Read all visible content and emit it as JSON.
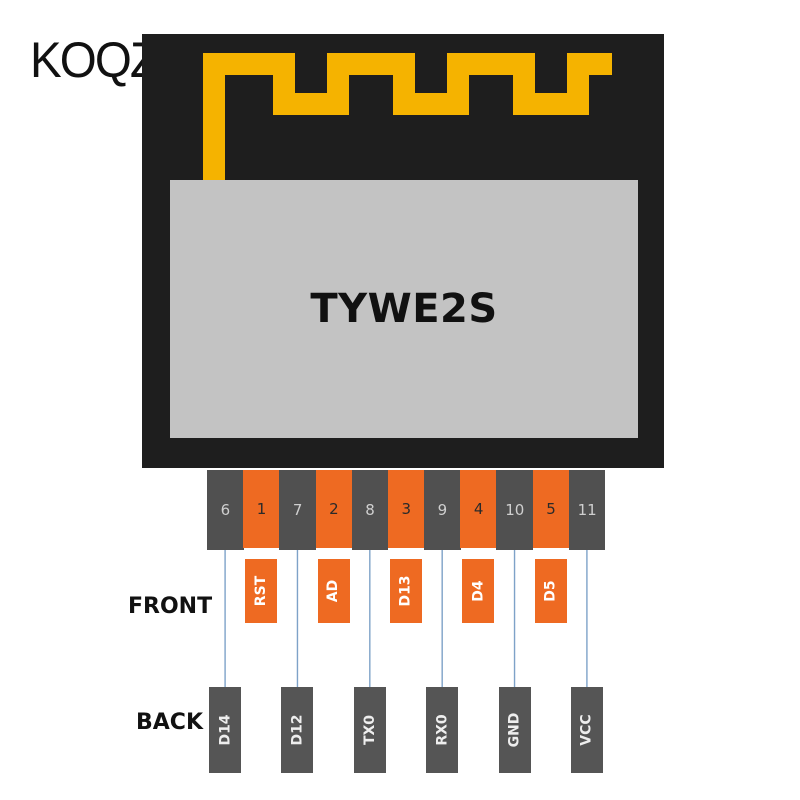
{
  "brand": {
    "logo_text": "KOQZM"
  },
  "module": {
    "name": "TYWE2S",
    "colors": {
      "board": "#1e1e1e",
      "antenna": "#f5b300",
      "shield": "#c3c3c3"
    }
  },
  "pins": [
    {
      "label": "6",
      "style": "gray"
    },
    {
      "label": "1",
      "style": "orange"
    },
    {
      "label": "7",
      "style": "gray"
    },
    {
      "label": "2",
      "style": "orange"
    },
    {
      "label": "8",
      "style": "gray"
    },
    {
      "label": "3",
      "style": "orange"
    },
    {
      "label": "9",
      "style": "gray"
    },
    {
      "label": "4",
      "style": "orange"
    },
    {
      "label": "10",
      "style": "gray"
    },
    {
      "label": "5",
      "style": "orange"
    },
    {
      "label": "11",
      "style": "gray"
    }
  ],
  "front": {
    "label": "FRONT",
    "signals": [
      "RST",
      "AD",
      "D13",
      "D4",
      "D5"
    ]
  },
  "back": {
    "label": "BACK",
    "signals": [
      "D14",
      "D12",
      "TX0",
      "RX0",
      "GND",
      "VCC"
    ]
  },
  "colors": {
    "pin_gray": "#505050",
    "pin_orange": "#ee6a22",
    "wire": "#7ea2c8"
  }
}
